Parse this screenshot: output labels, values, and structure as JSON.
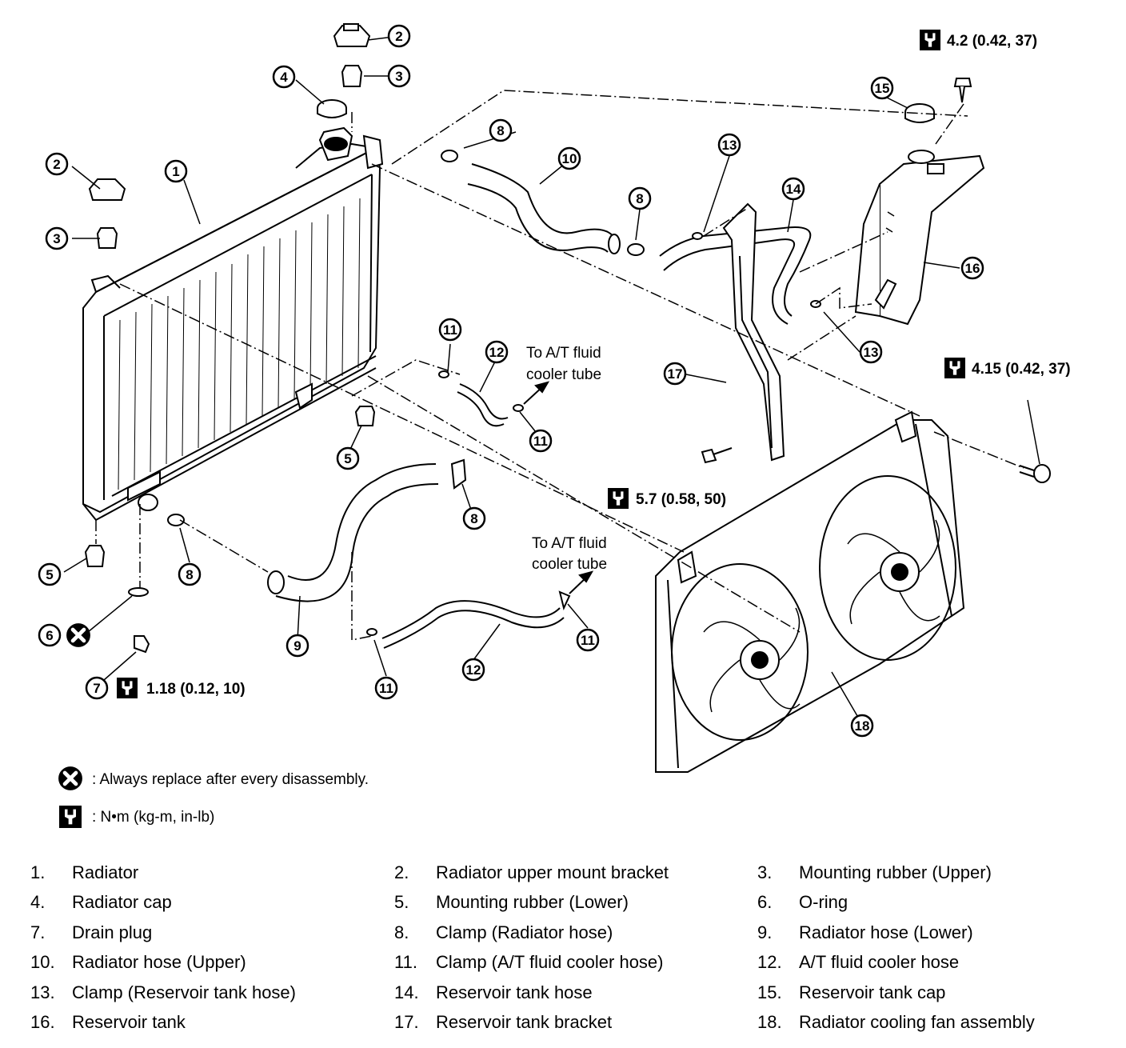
{
  "callouts": [
    "1",
    "2",
    "3",
    "4",
    "5",
    "6",
    "7",
    "8",
    "9",
    "10",
    "11",
    "12",
    "13",
    "14",
    "15",
    "16",
    "17",
    "18"
  ],
  "torque": {
    "t1": "4.2 (0.42, 37)",
    "t2": "4.15 (0.42, 37)",
    "t3": "5.7 (0.58, 50)",
    "t4": "1.18 (0.12, 10)"
  },
  "notes": {
    "to_cooler_line1": "To A/T fluid",
    "to_cooler_line2": "cooler tube"
  },
  "legend": {
    "replace": ": Always replace after every disassembly.",
    "torque_units": ":  N•m  (kg-m,  in-lb)"
  },
  "icons": {
    "torque": "torque-wrench-icon",
    "replace": "always-replace-x-icon"
  },
  "parts": [
    {
      "num": "1.",
      "name": "Radiator"
    },
    {
      "num": "2.",
      "name": "Radiator upper mount bracket"
    },
    {
      "num": "3.",
      "name": "Mounting rubber (Upper)"
    },
    {
      "num": "4.",
      "name": "Radiator cap"
    },
    {
      "num": "5.",
      "name": "Mounting rubber (Lower)"
    },
    {
      "num": "6.",
      "name": "O-ring"
    },
    {
      "num": "7.",
      "name": "Drain plug"
    },
    {
      "num": "8.",
      "name": "Clamp (Radiator hose)"
    },
    {
      "num": "9.",
      "name": "Radiator hose (Lower)"
    },
    {
      "num": "10.",
      "name": "Radiator hose (Upper)"
    },
    {
      "num": "11.",
      "name": "Clamp (A/T fluid cooler hose)"
    },
    {
      "num": "12.",
      "name": "A/T fluid cooler hose"
    },
    {
      "num": "13.",
      "name": "Clamp (Reservoir tank hose)"
    },
    {
      "num": "14.",
      "name": "Reservoir tank hose"
    },
    {
      "num": "15.",
      "name": "Reservoir tank cap"
    },
    {
      "num": "16.",
      "name": "Reservoir tank"
    },
    {
      "num": "17.",
      "name": "Reservoir tank bracket"
    },
    {
      "num": "18.",
      "name": "Radiator cooling fan assembly"
    }
  ]
}
